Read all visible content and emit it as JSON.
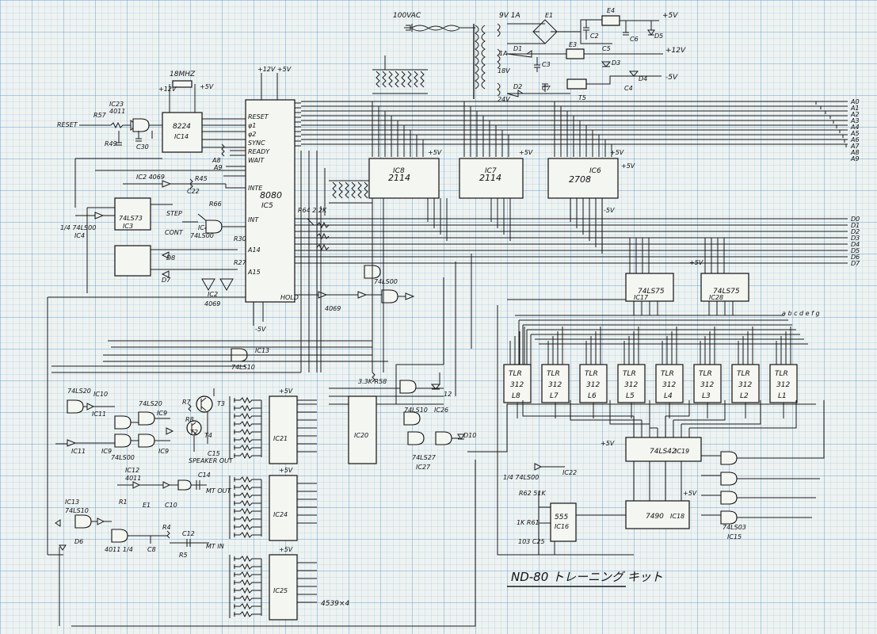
{
  "title": "ND-80 トレーニング キット",
  "power": {
    "ac": "100VAC",
    "v9": "9V 1A",
    "v1a": "1A",
    "v18": "18V",
    "v24": "24V",
    "plus5": "+5V",
    "plus12": "+12V",
    "minus5": "-5V",
    "parts": [
      "E1",
      "E3",
      "E4",
      "C2",
      "C3",
      "C4",
      "C5",
      "C6",
      "C7",
      "D1",
      "D2",
      "D3",
      "D4",
      "D5",
      "T5"
    ]
  },
  "chips": {
    "ic5": {
      "name": "8080",
      "ref": "IC5",
      "pins": [
        "RESET",
        "φ1",
        "φ2",
        "SYNC",
        "READY",
        "WAIT",
        "INTE",
        "INT",
        "A14",
        "A15",
        "HOLD"
      ]
    },
    "ic14": {
      "name": "8224",
      "ref": "IC14"
    },
    "ic8": {
      "name": "2114",
      "ref": "IC8"
    },
    "ic7": {
      "name": "2114",
      "ref": "IC7"
    },
    "ic6": {
      "name": "2708",
      "ref": "IC6"
    },
    "ic17": {
      "name": "74LS75",
      "ref": "IC17"
    },
    "ic28": {
      "name": "74LS75",
      "ref": "IC28"
    },
    "ic19": {
      "name": "74LS42",
      "ref": "IC19"
    },
    "ic18": {
      "name": "7490",
      "ref": "IC18"
    },
    "ic16": {
      "name": "555",
      "ref": "IC16"
    },
    "ic3": {
      "name": "74LS73",
      "ref": "IC3"
    },
    "ic20": {
      "name": "",
      "ref": "IC20"
    },
    "ic21": {
      "name": "",
      "ref": "IC21"
    },
    "ic24": {
      "name": "",
      "ref": "IC24"
    },
    "ic25": {
      "name": "",
      "ref": "IC25"
    },
    "ic15": {
      "name": "74LS03",
      "ref": "IC15"
    },
    "ic27": {
      "name": "74LS27",
      "ref": "IC27"
    },
    "ic22": {
      "name": "74LS00",
      "ref": "IC22"
    }
  },
  "displays": [
    {
      "part": "TLR 312",
      "ref": "L8"
    },
    {
      "part": "TLR 312",
      "ref": "L7"
    },
    {
      "part": "TLR 312",
      "ref": "L6"
    },
    {
      "part": "TLR 312",
      "ref": "L5"
    },
    {
      "part": "TLR 312",
      "ref": "L4"
    },
    {
      "part": "TLR 312",
      "ref": "L3"
    },
    {
      "part": "TLR 312",
      "ref": "L2"
    },
    {
      "part": "TLR 312",
      "ref": "L1"
    }
  ],
  "address_bus": [
    "A0",
    "A1",
    "A2",
    "A3",
    "A4",
    "A5",
    "A6",
    "A7",
    "A8",
    "A9"
  ],
  "data_bus": [
    "D0",
    "D1",
    "D2",
    "D3",
    "D4",
    "D5",
    "D6",
    "D7"
  ],
  "labels": {
    "reset": "RESET",
    "xtal": "18MHZ",
    "ic23": "IC23",
    "g4011": "4011",
    "ic2": "IC2 4069",
    "step": "STEP",
    "cont": "CONT",
    "speaker": "SPEAKER OUT",
    "mtout": "MT OUT",
    "mtin": "MT IN",
    "ic10": "IC10",
    "ic11": "IC11",
    "ic9": "IC9",
    "ic12": "IC12",
    "ic13": "IC13",
    "ic4": "IC4",
    "ic26": "IC26",
    "g74ls20": "74LS20",
    "g74ls00": "74LS00",
    "g74ls10": "74LS10",
    "g4069": "4069",
    "quad": "4539×4",
    "d10": "D10",
    "r57": "R57",
    "r49": "R49",
    "c30": "C30",
    "c22": "C22",
    "r45": "R45",
    "r66": "R66",
    "r30": "R30",
    "r27": "R27",
    "r62": "R62 51K",
    "r61": "1K R61",
    "c25": "103 C25",
    "t3": "T3",
    "t4": "T4",
    "c15": "C15",
    "r58": "3.3K R58",
    "r64": "R64 2.2K",
    "r7": "R7",
    "r1": "R1"
  }
}
